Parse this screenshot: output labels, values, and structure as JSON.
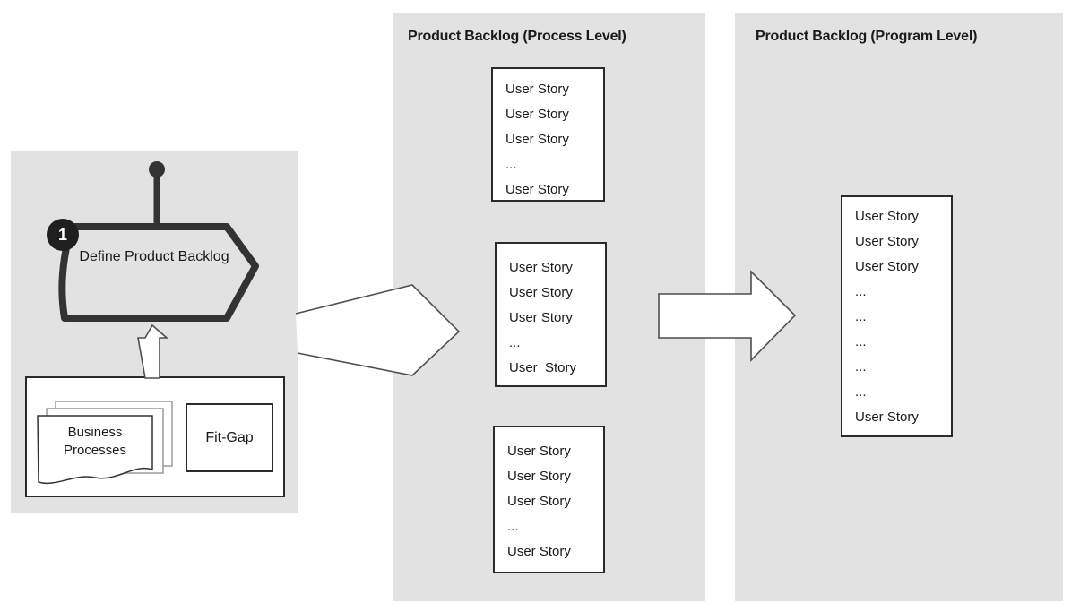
{
  "colors": {
    "panel_bg": "#e2e2e2",
    "box_bg": "#ffffff",
    "box_border": "#2b2b2b",
    "shape_stroke": "#333333",
    "arrow_stroke": "#4f4f4f",
    "text": "#1a1a1a"
  },
  "left_panel": {
    "step_badge": "1",
    "step_label": "Define Product Backlog",
    "documents_label": "Business Processes",
    "fitgap_label": "Fit-Gap"
  },
  "process_panel": {
    "title": "Product Backlog (Process Level)",
    "boxes": [
      {
        "lines": [
          "User Story",
          "User Story",
          "User Story",
          "...",
          "User Story"
        ]
      },
      {
        "lines": [
          "User Story",
          "User Story",
          "User Story",
          "...",
          "User  Story"
        ]
      },
      {
        "lines": [
          "User Story",
          "User Story",
          "User Story",
          "...",
          "User Story"
        ]
      }
    ]
  },
  "program_panel": {
    "title": "Product Backlog (Program Level)",
    "boxes": [
      {
        "lines": [
          "User Story",
          "User Story",
          "User Story",
          "...",
          "...",
          "...",
          "...",
          "...",
          "User Story"
        ]
      }
    ]
  }
}
